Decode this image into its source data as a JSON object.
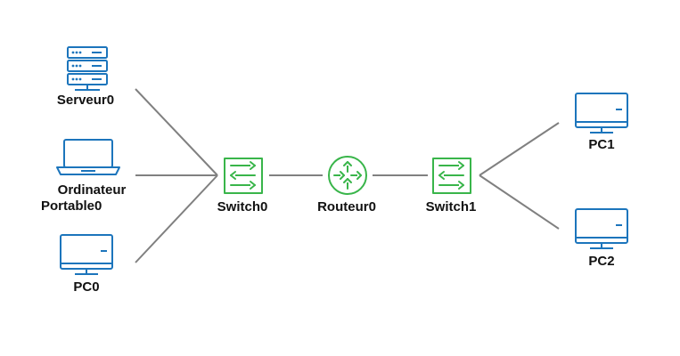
{
  "colors": {
    "device": "#1c75bc",
    "network": "#39b54a",
    "link": "#808080",
    "label": "#111111"
  },
  "nodes": [
    {
      "id": "server0",
      "icon": "server-icon",
      "label": "Serveur0"
    },
    {
      "id": "laptop0",
      "icon": "laptop-icon",
      "label_lines": [
        "Ordinateur",
        "Portable0"
      ]
    },
    {
      "id": "pc0",
      "icon": "monitor-icon",
      "label": "PC0"
    },
    {
      "id": "switch0",
      "icon": "switch-icon",
      "label": "Switch0"
    },
    {
      "id": "router0",
      "icon": "router-icon",
      "label": "Routeur0"
    },
    {
      "id": "switch1",
      "icon": "switch-icon",
      "label": "Switch1"
    },
    {
      "id": "pc1",
      "icon": "monitor-icon",
      "label": "PC1"
    },
    {
      "id": "pc2",
      "icon": "monitor-icon",
      "label": "PC2"
    }
  ],
  "links": [
    [
      "server0",
      "switch0"
    ],
    [
      "laptop0",
      "switch0"
    ],
    [
      "pc0",
      "switch0"
    ],
    [
      "switch0",
      "router0"
    ],
    [
      "router0",
      "switch1"
    ],
    [
      "switch1",
      "pc1"
    ],
    [
      "switch1",
      "pc2"
    ]
  ]
}
